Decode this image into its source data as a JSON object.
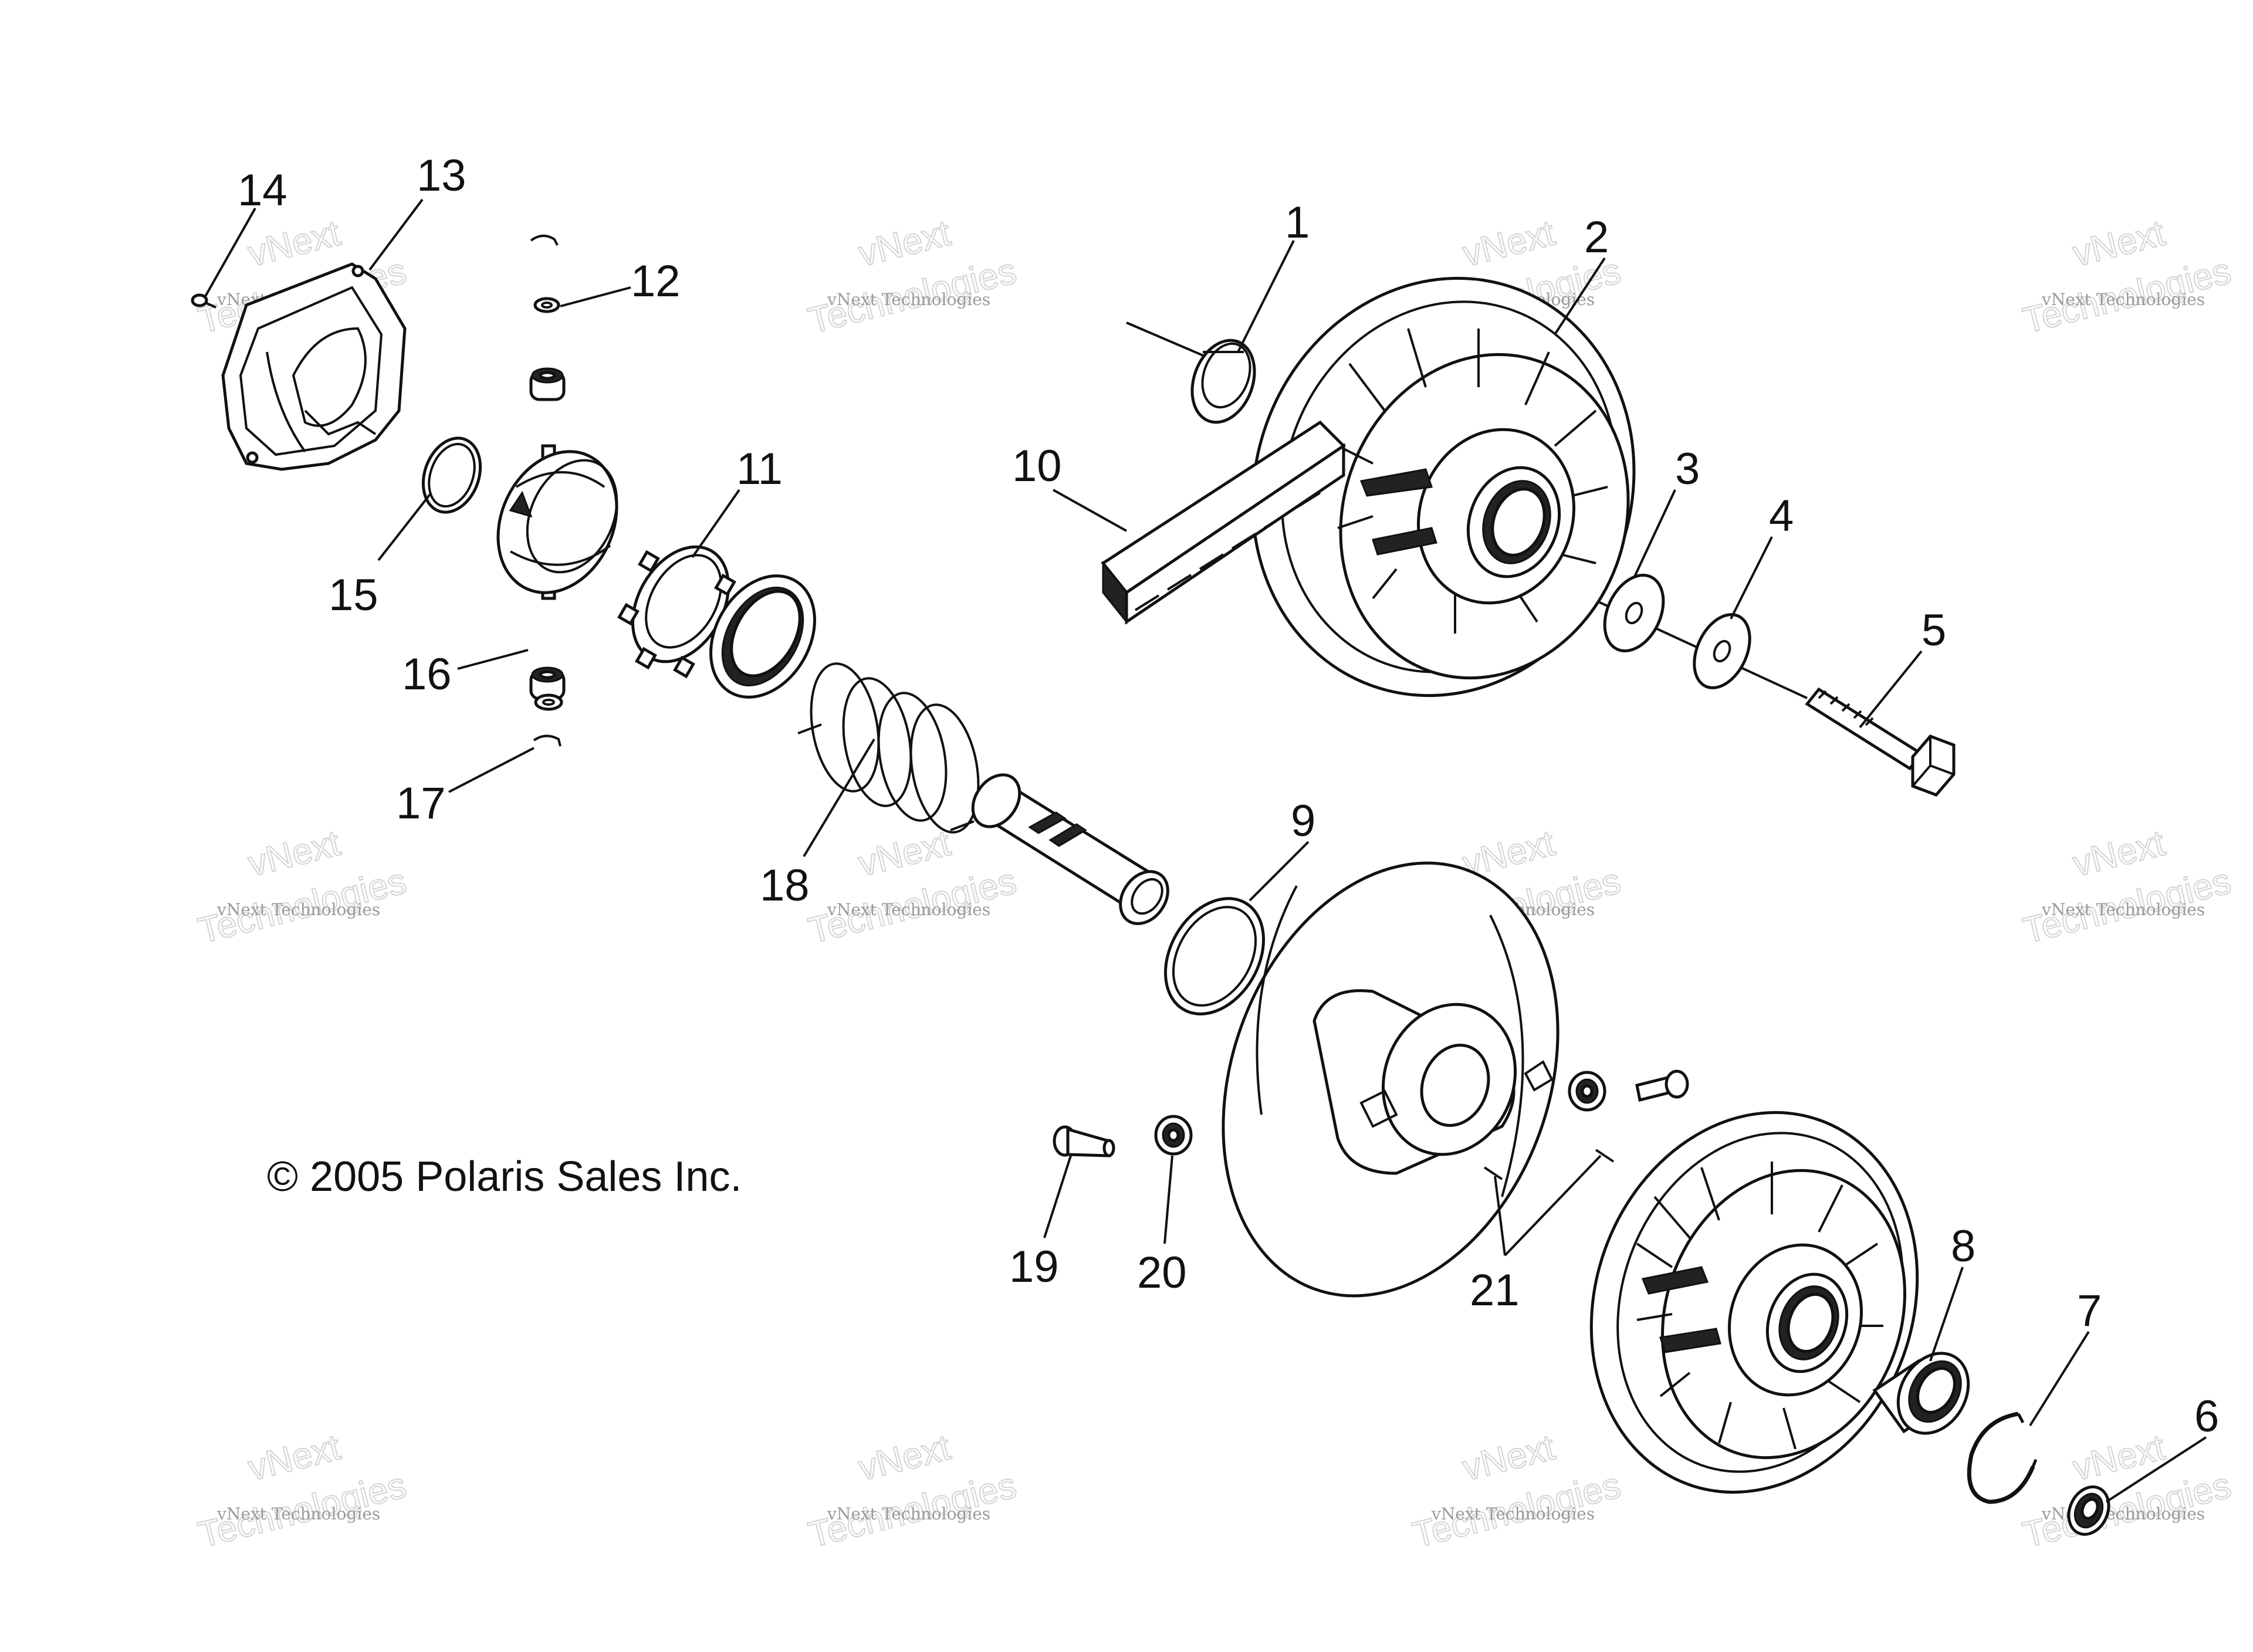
{
  "diagram": {
    "copyright": "© 2005 Polaris Sales Inc.",
    "watermark": {
      "line1": "vNext Technologies",
      "line2": "vNext",
      "line3": "Technologies"
    },
    "callouts": [
      "1",
      "2",
      "3",
      "4",
      "5",
      "6",
      "7",
      "8",
      "9",
      "10",
      "11",
      "12",
      "13",
      "14",
      "15",
      "16",
      "17",
      "18",
      "19",
      "20",
      "21"
    ]
  }
}
